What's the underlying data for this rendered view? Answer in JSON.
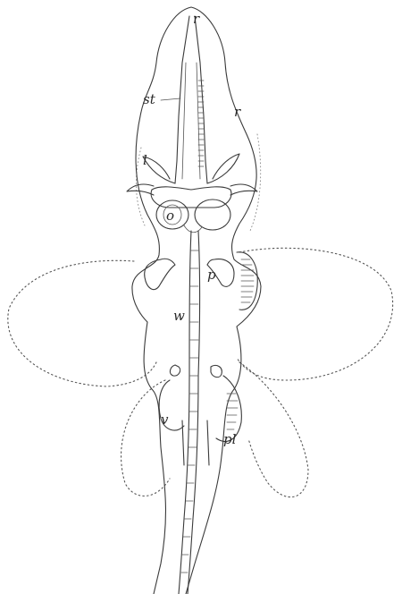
{
  "figure": {
    "labels": {
      "r_tip": "r",
      "st": "st",
      "r_side": "r",
      "l": "l",
      "o": "o",
      "p": "p",
      "w": "w",
      "v": "v",
      "pl": "pl"
    }
  }
}
